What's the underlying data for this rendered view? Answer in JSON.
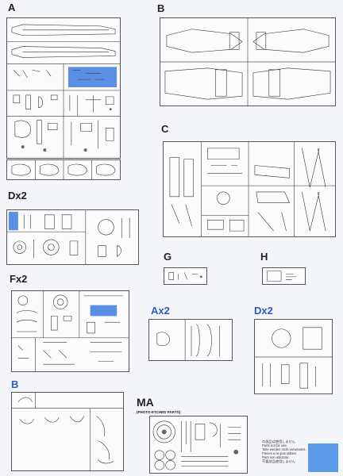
{
  "labels": {
    "a": "A",
    "b": "B",
    "c": "C",
    "dx2_left": "Dx2",
    "g": "G",
    "h": "H",
    "fx2": "Fx2",
    "ax2": "Ax2",
    "dx2_right": "Dx2",
    "b_blue": "B",
    "ma": "MA",
    "ma_sub": "(PHOTO-ETCHED PARTS)"
  },
  "colors": {
    "highlight": "#5b8fe6",
    "label_blue": "#2a5dc8",
    "text": "#222222",
    "outline": "#555555"
  },
  "legend": {
    "lines": [
      "の部品は使用しません",
      "Parts not for use.",
      "Teile werden nicht verwendet.",
      "Pieces a ne pas utiliser.",
      "Parti non utilizzati.",
      "不要部品使用しません"
    ]
  }
}
